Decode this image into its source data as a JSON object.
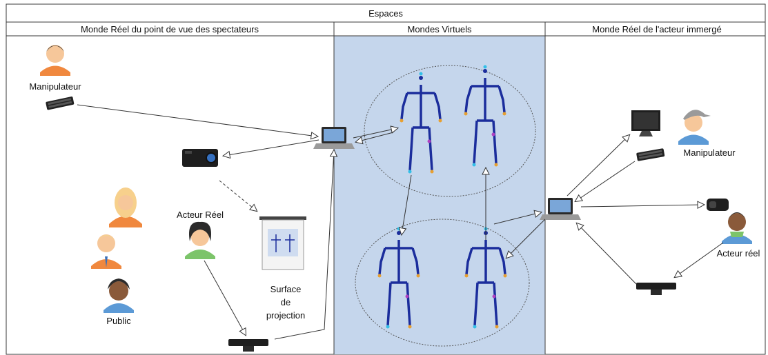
{
  "header": {
    "title": "Espaces",
    "col_left": "Monde Réel du point de vue des spectateurs",
    "col_mid": "Mondes Virtuels",
    "col_right": "Monde Réel de l'acteur immergé"
  },
  "labels": {
    "manipulateur_left": "Manipulateur",
    "acteur_reel_left": "Acteur Réel",
    "public": "Public",
    "surface_1": "Surface",
    "surface_2": "de",
    "surface_3": "projection",
    "manipulateur_right": "Manipulateur",
    "acteur_reel_right": "Acteur réel"
  },
  "icons": {
    "person_left_top": "person-orange-icon",
    "keyboard": "keyboard-icon",
    "projector": "projector-icon",
    "laptop": "laptop-icon",
    "screen": "projection-screen-icon",
    "sensor": "depth-sensor-icon",
    "monitor": "monitor-icon",
    "vr_headset": "vr-headset-icon",
    "skeleton": "skeleton-icon"
  },
  "colors": {
    "virtual_bg": "#c5d6ec",
    "border": "#3a3a3a",
    "skeleton": "#1b2d9c",
    "orange": "#f0883e",
    "green": "#7cc46a",
    "blue": "#5c9ad6"
  }
}
